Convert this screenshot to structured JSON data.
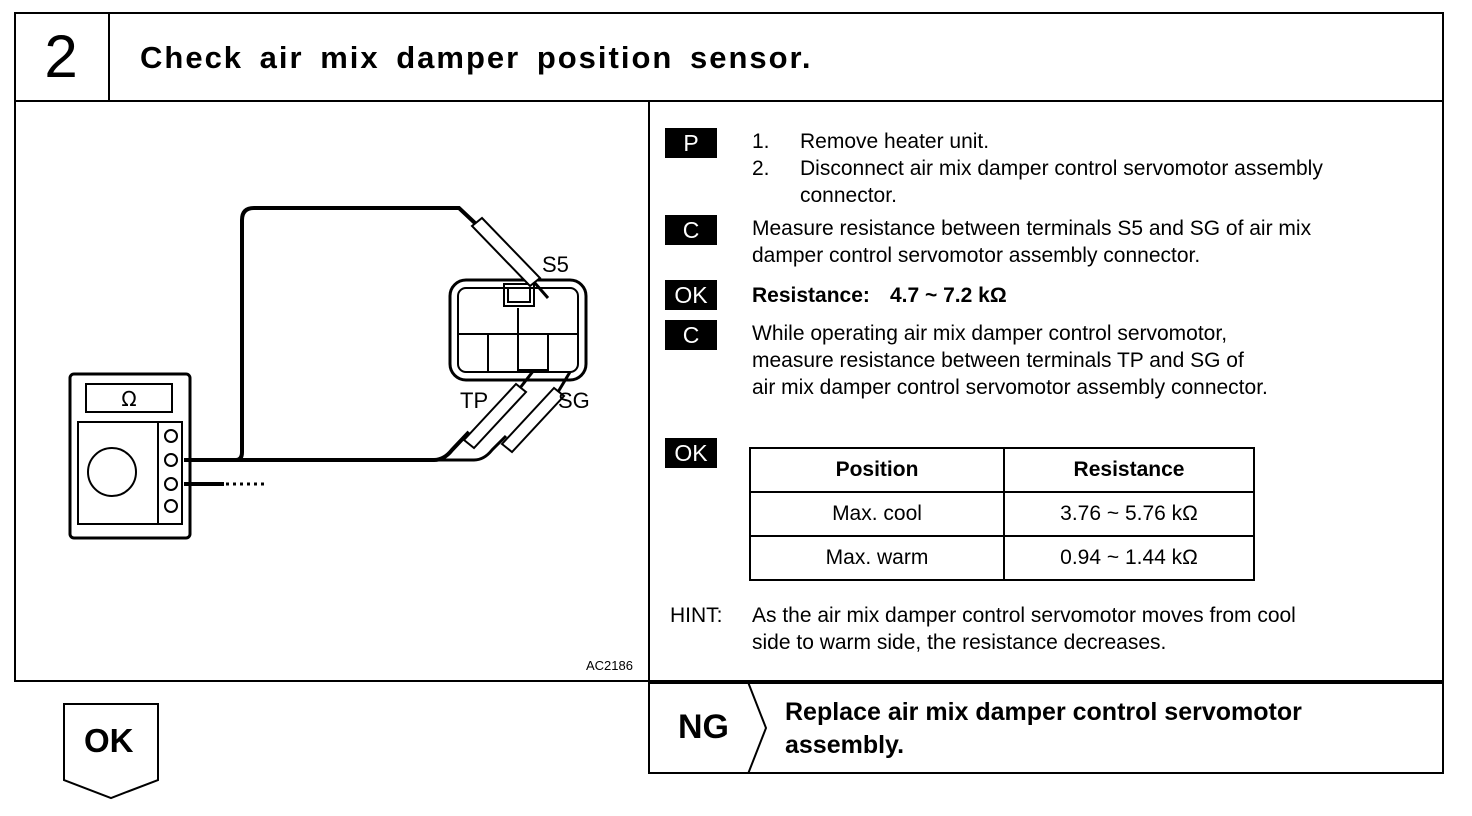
{
  "header": {
    "step": "2",
    "title": "Check air mix damper position sensor."
  },
  "diagram": {
    "meter_symbol": "Ω",
    "label_s5": "S5",
    "label_tp": "TP",
    "label_sg": "SG",
    "figure_code": "AC2186"
  },
  "procedure": {
    "badge_p": "P",
    "step1_num": "1.",
    "step1": "Remove heater unit.",
    "step2_num": "2.",
    "step2_line1": "Disconnect air mix damper control servomotor assembly",
    "step2_line2": "connector.",
    "badge_c1": "C",
    "measure1_line1": "Measure resistance between terminals S5 and SG of air mix",
    "measure1_line2": "damper control servomotor assembly connector.",
    "badge_ok1": "OK",
    "resistance_label": "Resistance:",
    "resistance_value": "4.7 ~ 7.2 kΩ",
    "badge_c2": "C",
    "measure2_line1": "While operating air mix damper control servomotor,",
    "measure2_line2": "measure resistance between terminals TP and SG of",
    "measure2_line3": "air mix damper control servomotor assembly connector.",
    "badge_ok2": "OK"
  },
  "table": {
    "headers": [
      "Position",
      "Resistance"
    ],
    "rows": [
      [
        "Max. cool",
        "3.76 ~ 5.76 kΩ"
      ],
      [
        "Max. warm",
        "0.94 ~ 1.44 kΩ"
      ]
    ]
  },
  "hint": {
    "label": "HINT:",
    "line1": "As the air mix damper control servomotor moves from cool",
    "line2": "side to warm side, the resistance decreases."
  },
  "results": {
    "ok": "OK",
    "ng": "NG",
    "ng_action_line1": "Replace air mix damper control servomotor",
    "ng_action_line2": "assembly."
  }
}
